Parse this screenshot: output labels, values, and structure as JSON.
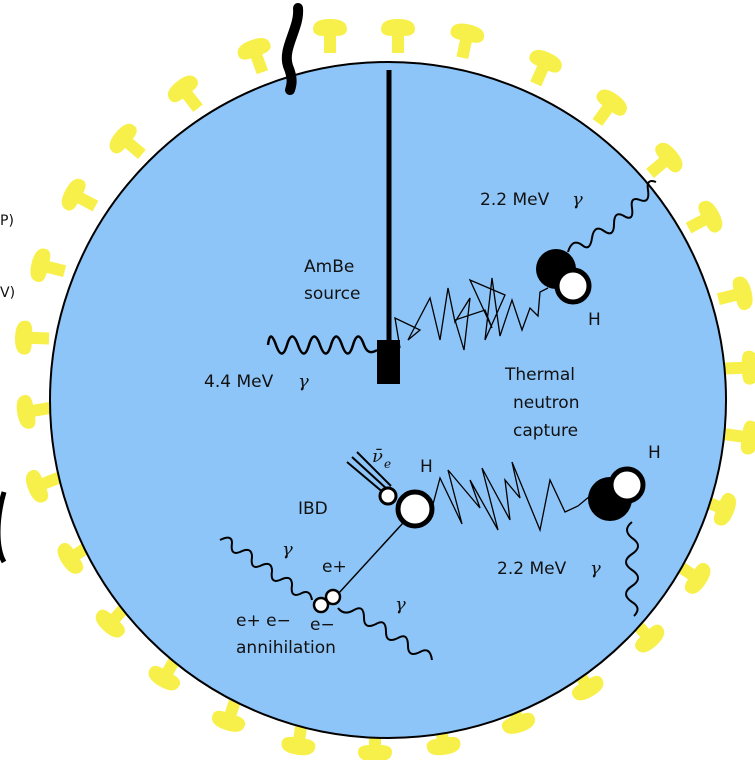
{
  "labels": {
    "edge_top": "P)",
    "edge_mid": "V)",
    "ambe_line1": "AmBe",
    "ambe_line2": "source",
    "gamma44": "4.4 MeV",
    "gamma22_top": "2.2 MeV",
    "gamma22_bottom": "2.2 MeV",
    "gamma_symbol": "γ",
    "h_top": "H",
    "h_ibd": "H",
    "h_right": "H",
    "thermal1": "Thermal",
    "thermal2": "neutron",
    "thermal3": "capture",
    "ibd": "IBD",
    "nu_bar": "ν̄",
    "nu_sub": "e",
    "eplus": "e+",
    "eminus": "e−",
    "annihilation1": "e+ e−",
    "annihilation2": "annihilation"
  },
  "colors": {
    "detector_fill": "#8ec5f8",
    "detector_stroke": "#000000",
    "pmt": "#f8f04a"
  }
}
